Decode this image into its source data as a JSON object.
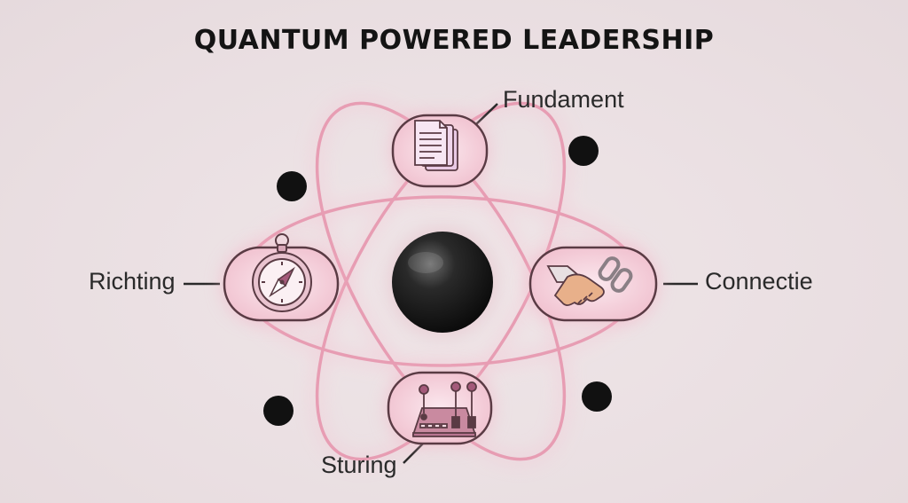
{
  "title": "QUANTUM POWERED LEADERSHIP",
  "nodes": {
    "fundament": {
      "label": "Fundament",
      "icon": "documents-icon"
    },
    "richting": {
      "label": "Richting",
      "icon": "compass-icon"
    },
    "connectie": {
      "label": "Connectie",
      "icon": "handshake-chain-icon"
    },
    "sturing": {
      "label": "Sturing",
      "icon": "control-panel-icon"
    }
  },
  "colors": {
    "background": "#ece2e4",
    "orbit": "#e79db3",
    "orbit_glow": "#f6b8cb",
    "node_fill": "#f1c9d4",
    "node_stroke": "#5a3b44",
    "nucleus": "#151515",
    "text": "#141414"
  }
}
